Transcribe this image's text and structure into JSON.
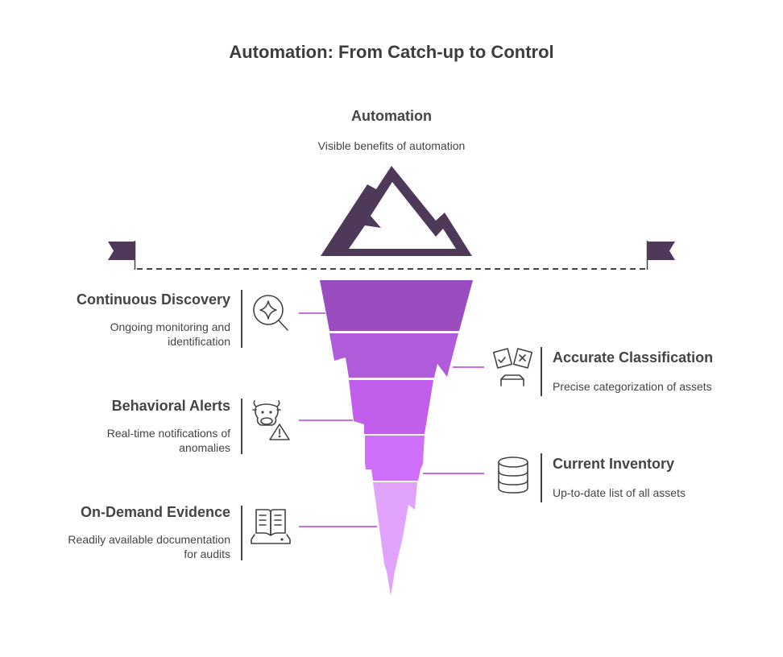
{
  "title": "Automation: From Catch-up to Control",
  "top": {
    "heading": "Automation",
    "description": "Visible benefits of automation"
  },
  "items": [
    {
      "heading": "Continuous Discovery",
      "description_lines": [
        "Ongoing monitoring and",
        "identification"
      ],
      "icon": "sparkle-search-icon",
      "side": "left"
    },
    {
      "heading": "Accurate Classification",
      "description_lines": [
        "Precise categorization of assets"
      ],
      "icon": "classification-cards-icon",
      "side": "right"
    },
    {
      "heading": "Behavioral Alerts",
      "description_lines": [
        "Real-time notifications of",
        "anomalies"
      ],
      "icon": "cow-warning-icon",
      "side": "left"
    },
    {
      "heading": "Current Inventory",
      "description_lines": [
        "Up-to-date list of all assets"
      ],
      "icon": "database-icon",
      "side": "right"
    },
    {
      "heading": "On-Demand Evidence",
      "description_lines": [
        "Readily available documentation",
        "for audits"
      ],
      "icon": "open-book-icon",
      "side": "left"
    }
  ],
  "colors": {
    "mountain": "#4e3a58",
    "band1": "#9a4dbf",
    "band2": "#b05bd9",
    "band3": "#c15fec",
    "band4": "#cf6ffc",
    "band5": "#e1a3fb",
    "connector": "#c86cf0",
    "text": "#444444"
  }
}
